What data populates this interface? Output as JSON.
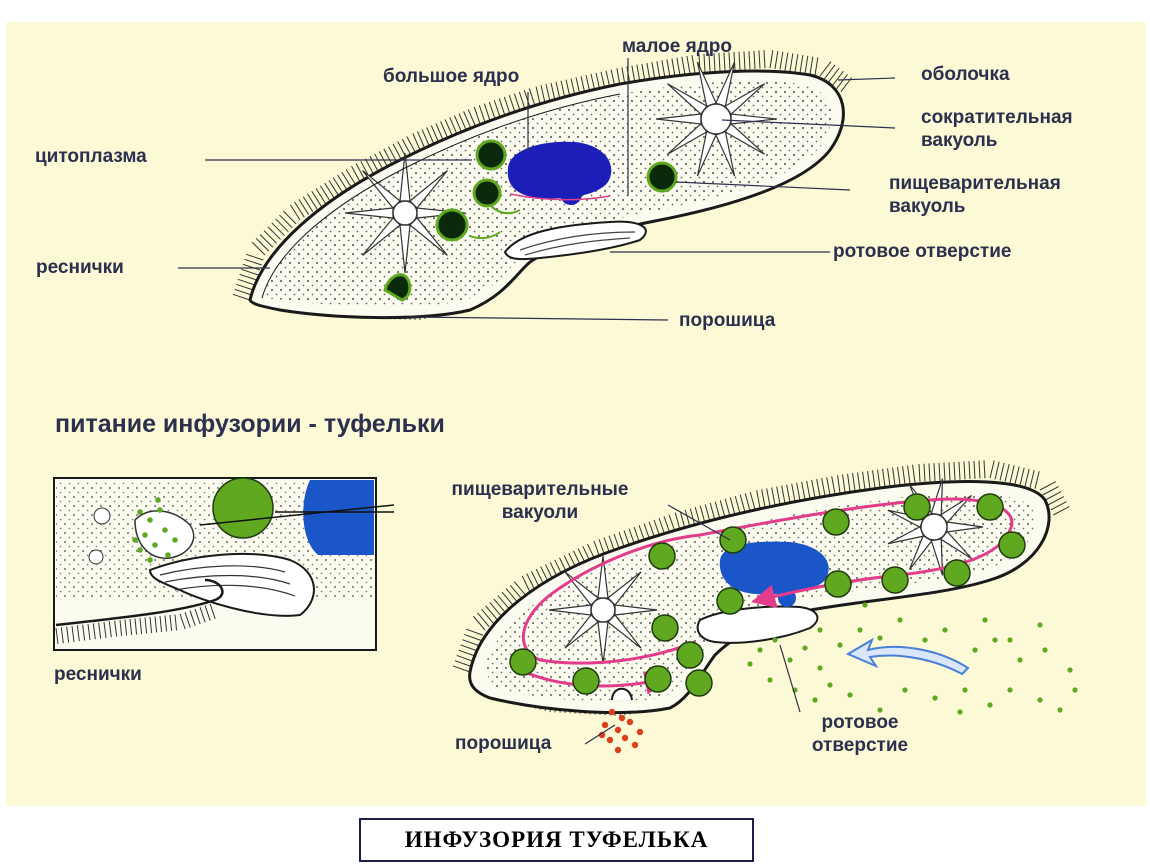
{
  "labels": {
    "maloe_yadro": "малое ядро",
    "bolshoe_yadro": "большое ядро",
    "obolochka": "оболочка",
    "sokratitelnaya": "сократительная\nвакуоль",
    "citoplazma": "цитоплазма",
    "pishchevaritelnaya": "пищеварительная\nвакуоль",
    "rotovoe": "ротовое отверстие",
    "reschnichki": "реснички",
    "poroshica": "порошица"
  },
  "heading": "питание инфузории - туфельки",
  "feeding_labels": {
    "pishchevaritelnye": "пищеварительные\nвакуоли",
    "reschnichki": "реснички",
    "poroshica": "порошица",
    "rotovoe": "ротовое\nотверстие"
  },
  "title": "ИНФУЗОРИЯ ТУФЕЛЬКА",
  "colors": {
    "background": "#fbf9d6",
    "macronucleus": "#1b1fb8",
    "nucleus_blue": "#1a56c8",
    "food_vacuole": "#5fa81f",
    "food_vacuole_dark": "#0e3a0e",
    "flow_arrow": "#e23c8a",
    "waste": "#d8401e",
    "text": "#2c2f4d",
    "arrow": "#4a7fd8"
  }
}
